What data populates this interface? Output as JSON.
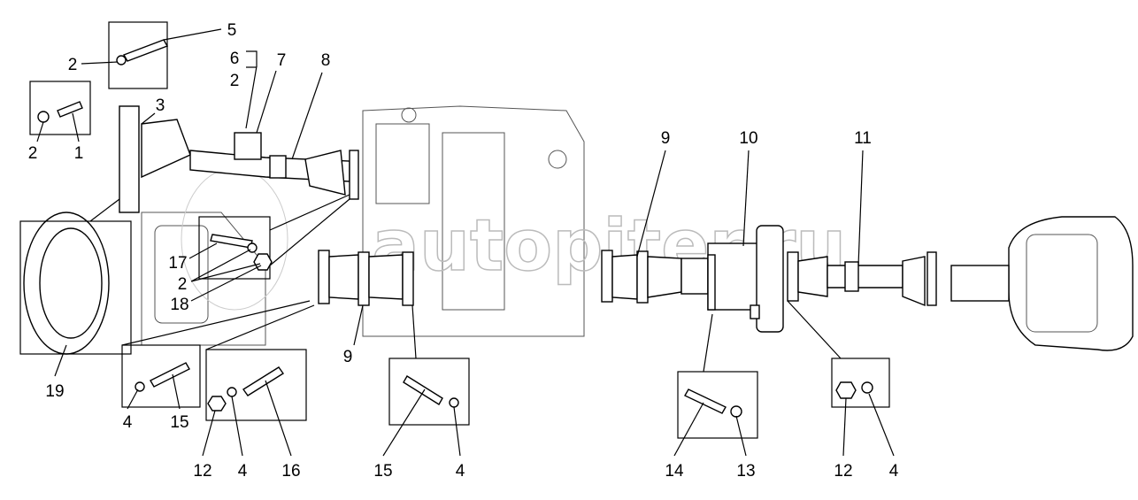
{
  "diagram": {
    "title": "Driveline assembly exploded view",
    "watermark": "autopiter.ru",
    "callouts": {
      "c5": "5",
      "c2a": "2",
      "c6": "6",
      "c2b": "2",
      "c7": "7",
      "c8": "8",
      "c3": "3",
      "c2c": "2",
      "c1": "1",
      "c9a": "9",
      "c10": "10",
      "c11": "11",
      "c17": "17",
      "c2d": "2",
      "c18": "18",
      "c9b": "9",
      "c19": "19",
      "c4a": "4",
      "c15a": "15",
      "c12a": "12",
      "c4b": "4",
      "c16": "16",
      "c15b": "15",
      "c4c": "4",
      "c14": "14",
      "c13": "13",
      "c12b": "12",
      "c4d": "4"
    }
  }
}
